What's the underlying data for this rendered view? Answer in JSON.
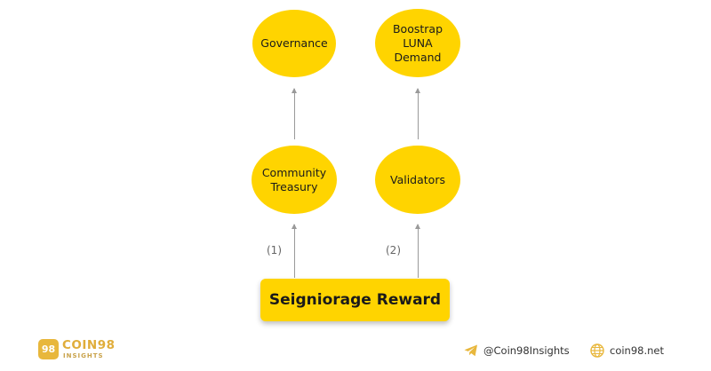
{
  "diagram": {
    "nodes": {
      "governance": "Governance",
      "boostrap_line1": "Boostrap",
      "boostrap_line2": "LUNA Demand",
      "community_line1": "Community",
      "community_line2": "Treasury",
      "validators": "Validators"
    },
    "edge_labels": {
      "left": "(1)",
      "right": "(2)"
    },
    "reward": "Seigniorage Reward"
  },
  "footer": {
    "logo_badge": "98",
    "logo_name": "COIN98",
    "logo_sub": "INSIGHTS",
    "telegram": "@Coin98Insights",
    "website": "coin98.net"
  },
  "colors": {
    "node": "#ffd400",
    "arrow": "#9a9a9a",
    "logo": "#e0ad3a"
  },
  "icons": [
    "telegram-icon",
    "globe-icon"
  ]
}
